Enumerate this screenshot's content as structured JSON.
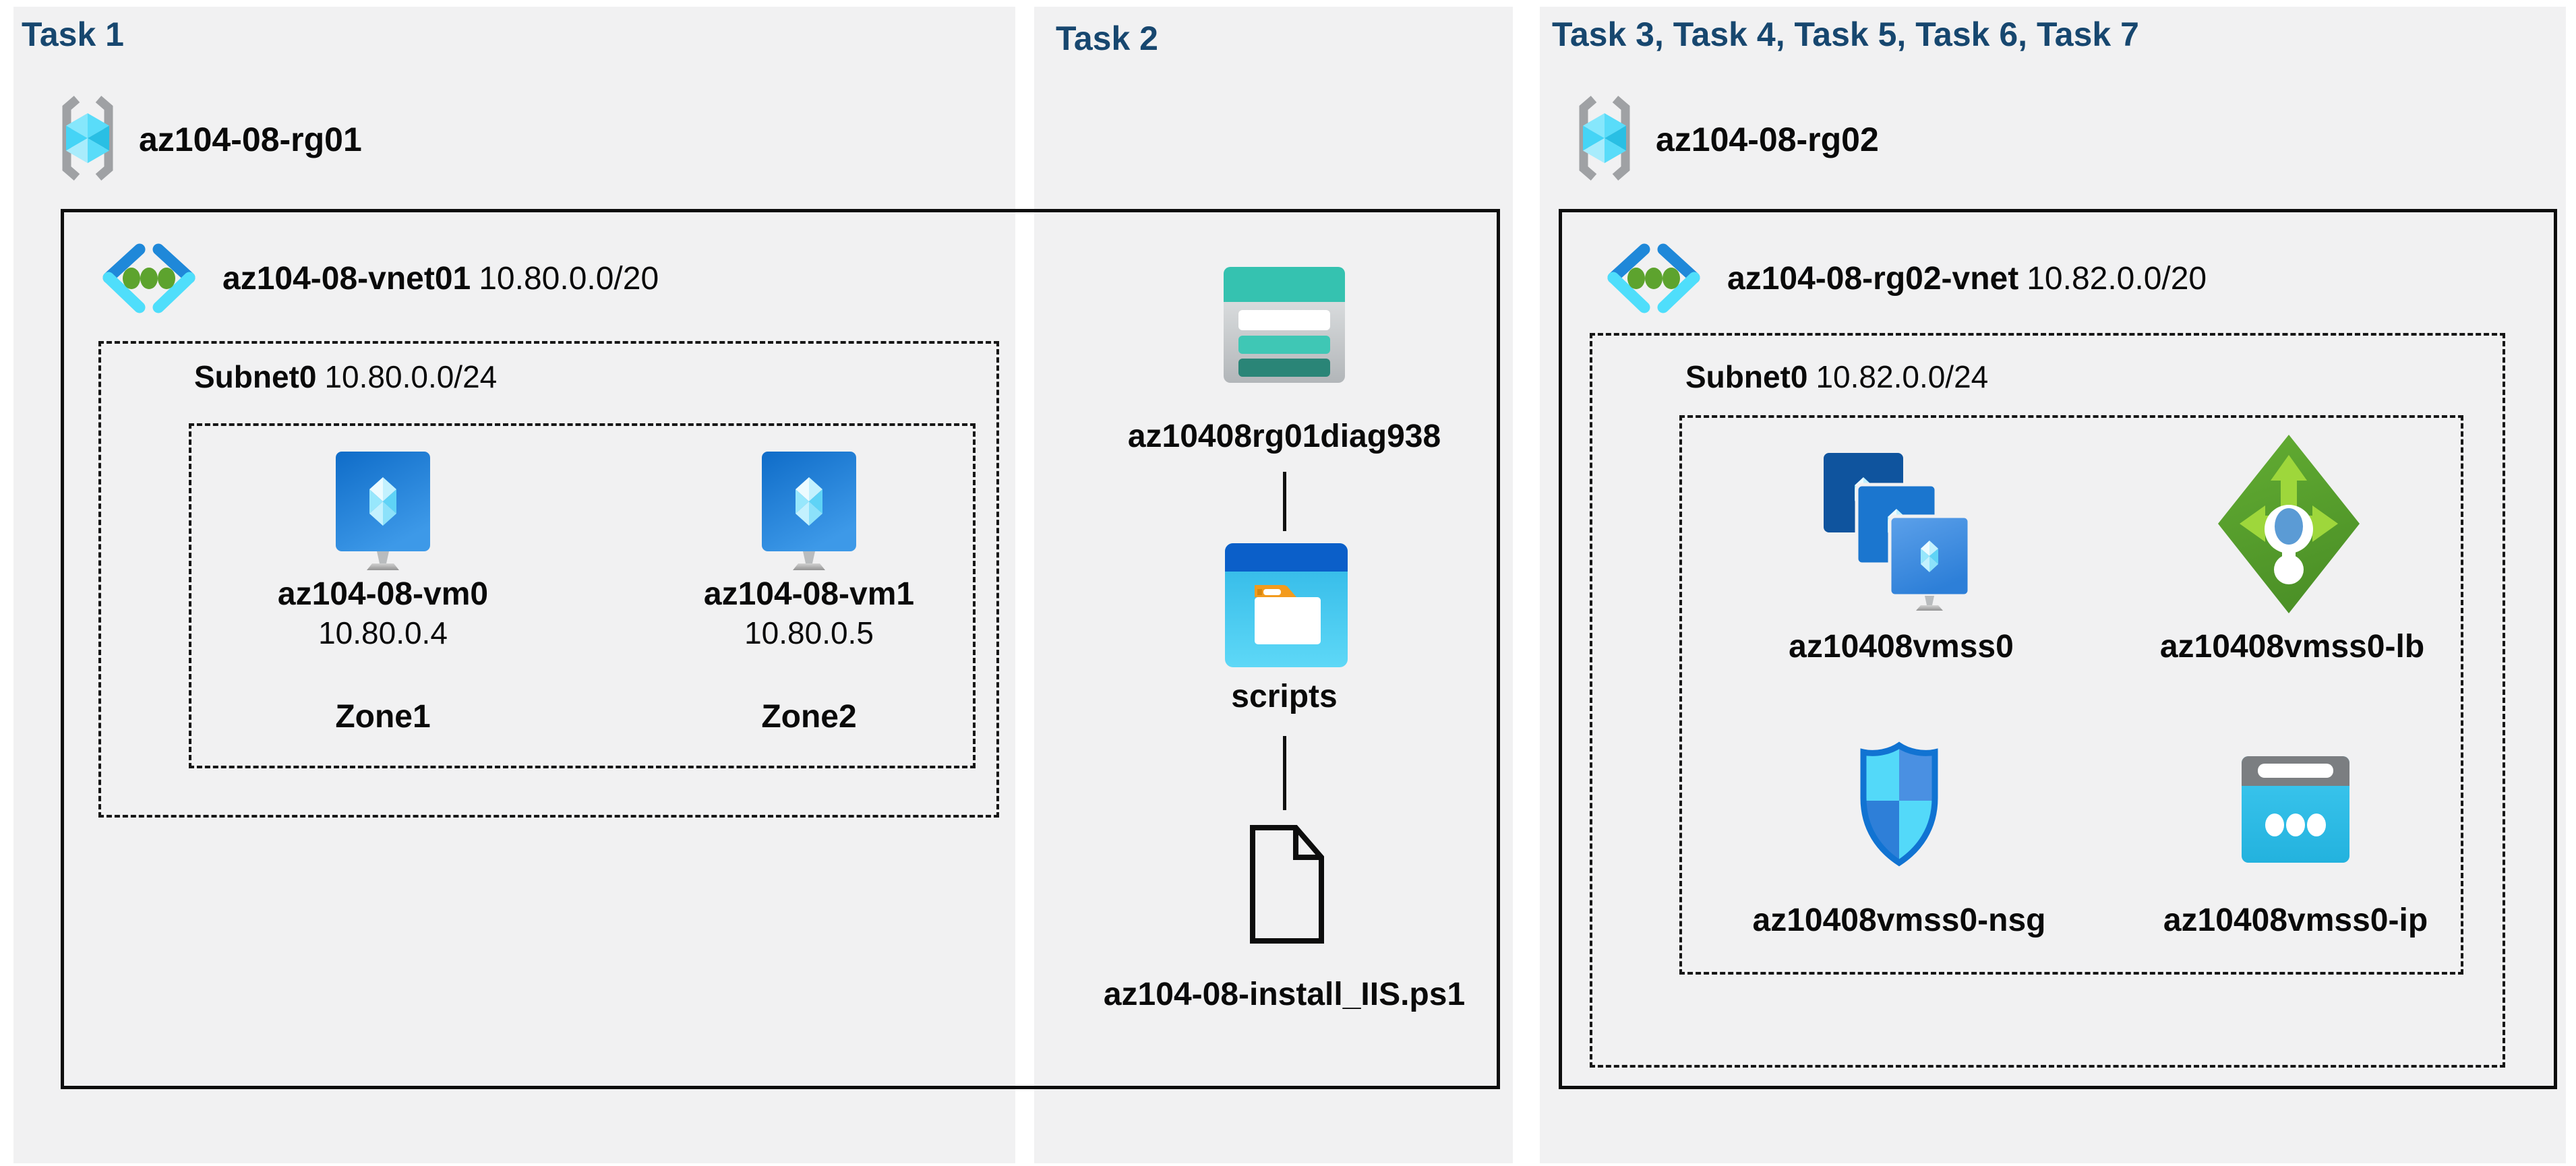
{
  "colors": {
    "title_navy": "#17476F",
    "panel_bg": "#F1F1F2",
    "vnet_blue": "#1F88D9",
    "vnet_cyan": "#4FDEFB",
    "vnet_dot_green": "#5DA32E",
    "vm_monitor_blue": "#0F6CC8",
    "storage_teal": "#35C2B0",
    "storage_dark_teal": "#2A8577",
    "scripts_titlebar_blue": "#0B5FC9",
    "folder_tab_orange": "#F39B1D",
    "lb_green": "#58A32D",
    "lb_arrow_green": "#9ED73B",
    "nsg_border_blue": "#1173D2",
    "ip_cyan": "#31C0E8",
    "line_black": "#111111"
  },
  "icons": {
    "resource-group-icon": "cyan cube between gray brackets",
    "virtual-network-icon": "blue/cyan chevrons with three green dots",
    "virtual-machine-icon": "blue monitor with cyan crystal",
    "vm-scale-set-icon": "three stacked blue monitors with crystals",
    "load-balancer-icon": "green diamond with arrows and probe",
    "nsg-icon": "blue quadrant shield",
    "public-ip-icon": "browser bar with three dots",
    "storage-account-icon": "teal table with rows",
    "folder-icon": "blue window with white folder",
    "file-icon": "document outline with folded corner"
  },
  "panels": {
    "task1": {
      "title": "Task 1",
      "resource_group": "az104-08-rg01",
      "vnet_name": "az104-08-vnet01",
      "vnet_cidr": "10.80.0.0/20",
      "subnet_name": "Subnet0",
      "subnet_cidr": "10.80.0.0/24",
      "vms": [
        {
          "name": "az104-08-vm0",
          "ip": "10.80.0.4",
          "zone": "Zone1"
        },
        {
          "name": "az104-08-vm1",
          "ip": "10.80.0.5",
          "zone": "Zone2"
        }
      ]
    },
    "task2": {
      "title": "Task 2",
      "storage_account": "az10408rg01diag938",
      "folder": "scripts",
      "file": "az104-08-install_IIS.ps1"
    },
    "task3": {
      "title": "Task 3, Task 4, Task 5, Task 6, Task 7",
      "resource_group": "az104-08-rg02",
      "vnet_name": "az104-08-rg02-vnet",
      "vnet_cidr": "10.82.0.0/20",
      "subnet_name": "Subnet0",
      "subnet_cidr": "10.82.0.0/24",
      "vmss": "az10408vmss0",
      "load_balancer": "az10408vmss0-lb",
      "nsg": "az10408vmss0-nsg",
      "public_ip": "az10408vmss0-ip"
    }
  }
}
